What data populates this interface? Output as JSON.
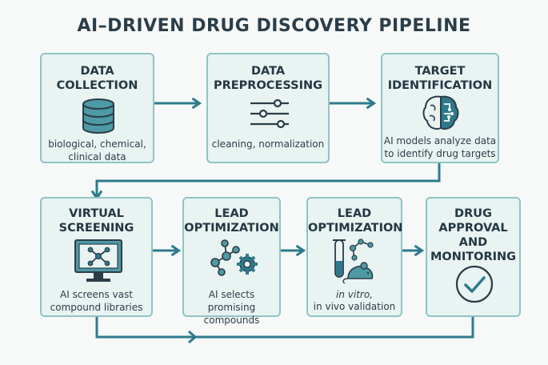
{
  "title": "AI–DRIVEN DRUG DISCOVERY PIPELINE",
  "colors": {
    "accent": "#2e7a8c",
    "box_fill": "#e9f3f2",
    "box_border": "#8fc4c5",
    "text": "#243742"
  },
  "steps": [
    {
      "title": "DATA\nCOLLECTION",
      "description": "biological, chemical,\nclinical data",
      "icon": "database-icon"
    },
    {
      "title": "DATA\nPREPROCESSING",
      "description": "cleaning, normalization",
      "icon": "sliders-icon"
    },
    {
      "title": "TARGET\nIDENTIFICATION",
      "description": "AI models analyze data\nto identify drug targets",
      "icon": "brain-circuit-icon"
    },
    {
      "title": "VIRTUAL\nSCREENING",
      "description": "AI screens vast\ncompound libraries",
      "icon": "monitor-network-icon"
    },
    {
      "title": "LEAD\nOPTIMIZATION",
      "description": "AI selects\npromising compounds",
      "icon": "molecule-gear-icon"
    },
    {
      "title": "LEAD\nOPTIMIZATION",
      "description_italic": "in vitro,",
      "description": "in vivo validation",
      "icon": "test-tube-mouse-icon"
    },
    {
      "title": "DRUG\nAPPROVAL\nAND\nMONITORING",
      "description": "",
      "icon": "check-circle-icon"
    }
  ]
}
